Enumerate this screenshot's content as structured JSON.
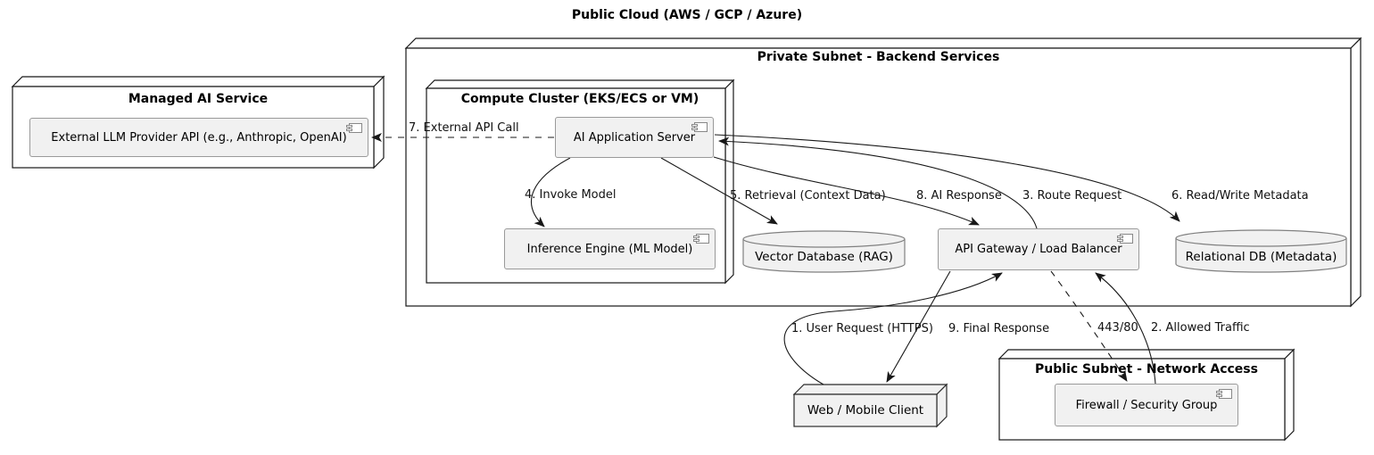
{
  "title": "Public Cloud (AWS / GCP / Azure)",
  "groups": {
    "managed_ai": "Managed AI Service",
    "private_subnet": "Private Subnet - Backend Services",
    "compute_cluster": "Compute Cluster (EKS/ECS or VM)",
    "public_subnet": "Public Subnet - Network Access"
  },
  "components": {
    "llm_api": "External LLM Provider API (e.g., Anthropic, OpenAI)",
    "ai_app_server": "AI Application Server",
    "inference_engine": "Inference Engine (ML Model)",
    "api_gateway": "API Gateway / Load Balancer",
    "firewall": "Firewall / Security Group"
  },
  "databases": {
    "vector_db": "Vector Database (RAG)",
    "relational_db": "Relational DB (Metadata)"
  },
  "nodes": {
    "web_client": "Web / Mobile Client"
  },
  "edges": {
    "user_request": "1. User Request (HTTPS)",
    "allowed_traffic": "2. Allowed Traffic",
    "route_request": "3. Route Request",
    "invoke_model": "4. Invoke Model",
    "retrieval": "5. Retrieval (Context Data)",
    "read_write_metadata": "6. Read/Write Metadata",
    "external_api_call": "7. External API Call",
    "ai_response": "8. AI Response",
    "final_response": "9. Final Response",
    "port": "443/80"
  },
  "colors": {
    "background": "#FFFFFF",
    "node_fill": "#FFFFFF",
    "node_border": "#181818",
    "component_fill": "#F1F1F1",
    "component_border": "#9A9A9A",
    "cylinder_border": "#808080",
    "arrow": "#181818",
    "text": "#000000"
  }
}
